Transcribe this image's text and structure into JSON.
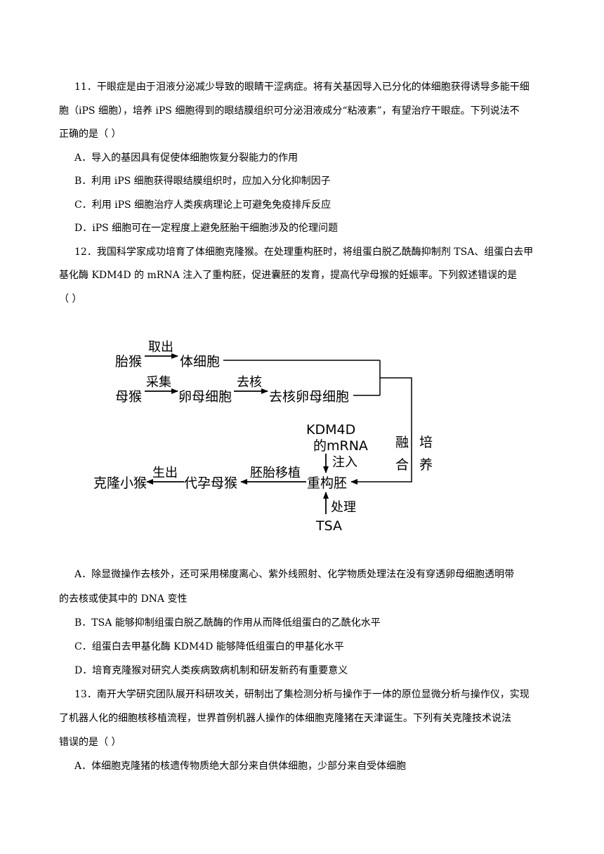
{
  "q11": {
    "line1": "11．干眼症是由于泪液分泌减少导致的眼睛干涩病症。将有关基因导入已分化的体细胞获得诱导多能干细",
    "line2": "胞（iPS 细胞），培养 iPS 细胞得到的眼结膜组织可分泌泪液成分“粘液素”，有望治疗干眼症。下列说法不",
    "line3": "正确的是（    ）",
    "options": [
      "A．导入的基因具有促使体细胞恢复分裂能力的作用",
      "B．利用 iPS 细胞获得眼结膜组织时，应加入分化抑制因子",
      "C．利用 iPS 细胞治疗人类疾病理论上可避免免疫排斥反应",
      "D．iPS 细胞可在一定程度上避免胚胎干细胞涉及的伦理问题"
    ]
  },
  "q12": {
    "line1": "12．我国科学家成功培育了体细胞克隆猴。在处理重构胚时，将组蛋白脱乙酰酶抑制剂 TSA、组蛋白去甲",
    "line2": "基化酶 KDM4D 的 mRNA 注入了重构胚，促进囊胚的发育，提高代孕母猴的妊娠率。下列叙述错误的是",
    "line3": "（        ）",
    "diagram": {
      "fetal_monkey": "胎猴",
      "take_out": "取出",
      "somatic_cell": "体细胞",
      "mother_monkey": "母猴",
      "collect": "采集",
      "oocyte": "卵母细胞",
      "enucleate": "去核",
      "enucleated_oocyte": "去核卵母细胞",
      "kdm4d": "KDM4D",
      "mrna": "的mRNA",
      "inject": "注入",
      "fuse1": "融",
      "fuse2": "合",
      "culture1": "培",
      "culture2": "养",
      "reconstructed_embryo": "重构胚",
      "embryo_transfer": "胚胎移植",
      "surrogate": "代孕母猴",
      "birth": "生出",
      "clone_monkey": "克隆小猴",
      "treat": "处理",
      "tsa": "TSA"
    },
    "optionA_1": "A．除显微操作去核外，还可采用梯度离心、紫外线照射、化学物质处理法在没有穿透卵母细胞透明带",
    "optionA_2": "的去核或使其中的 DNA 变性",
    "optionB": "B．TSA 能够抑制组蛋白脱乙酰酶的作用从而降低组蛋白的乙酰化水平",
    "optionC": "C．组蛋白去甲基化酶 KDM4D 能够降低组蛋白的甲基化水平",
    "optionD": "D．培育克隆猴对研究人类疾病致病机制和研发新药有重要意义"
  },
  "q13": {
    "line1": "13．南开大学研究团队展开科研攻关，研制出了集检测分析与操作于一体的原位显微分析与操作仪，实现",
    "line2": "了机器人化的细胞核移植流程，世界首例机器人操作的体细胞克隆猪在天津诞生。下列有关克隆技术说法",
    "line3": "错误的是（    ）",
    "optionA": "A．体细胞克隆猪的核遗传物质绝大部分来自供体细胞，少部分来自受体细胞"
  }
}
